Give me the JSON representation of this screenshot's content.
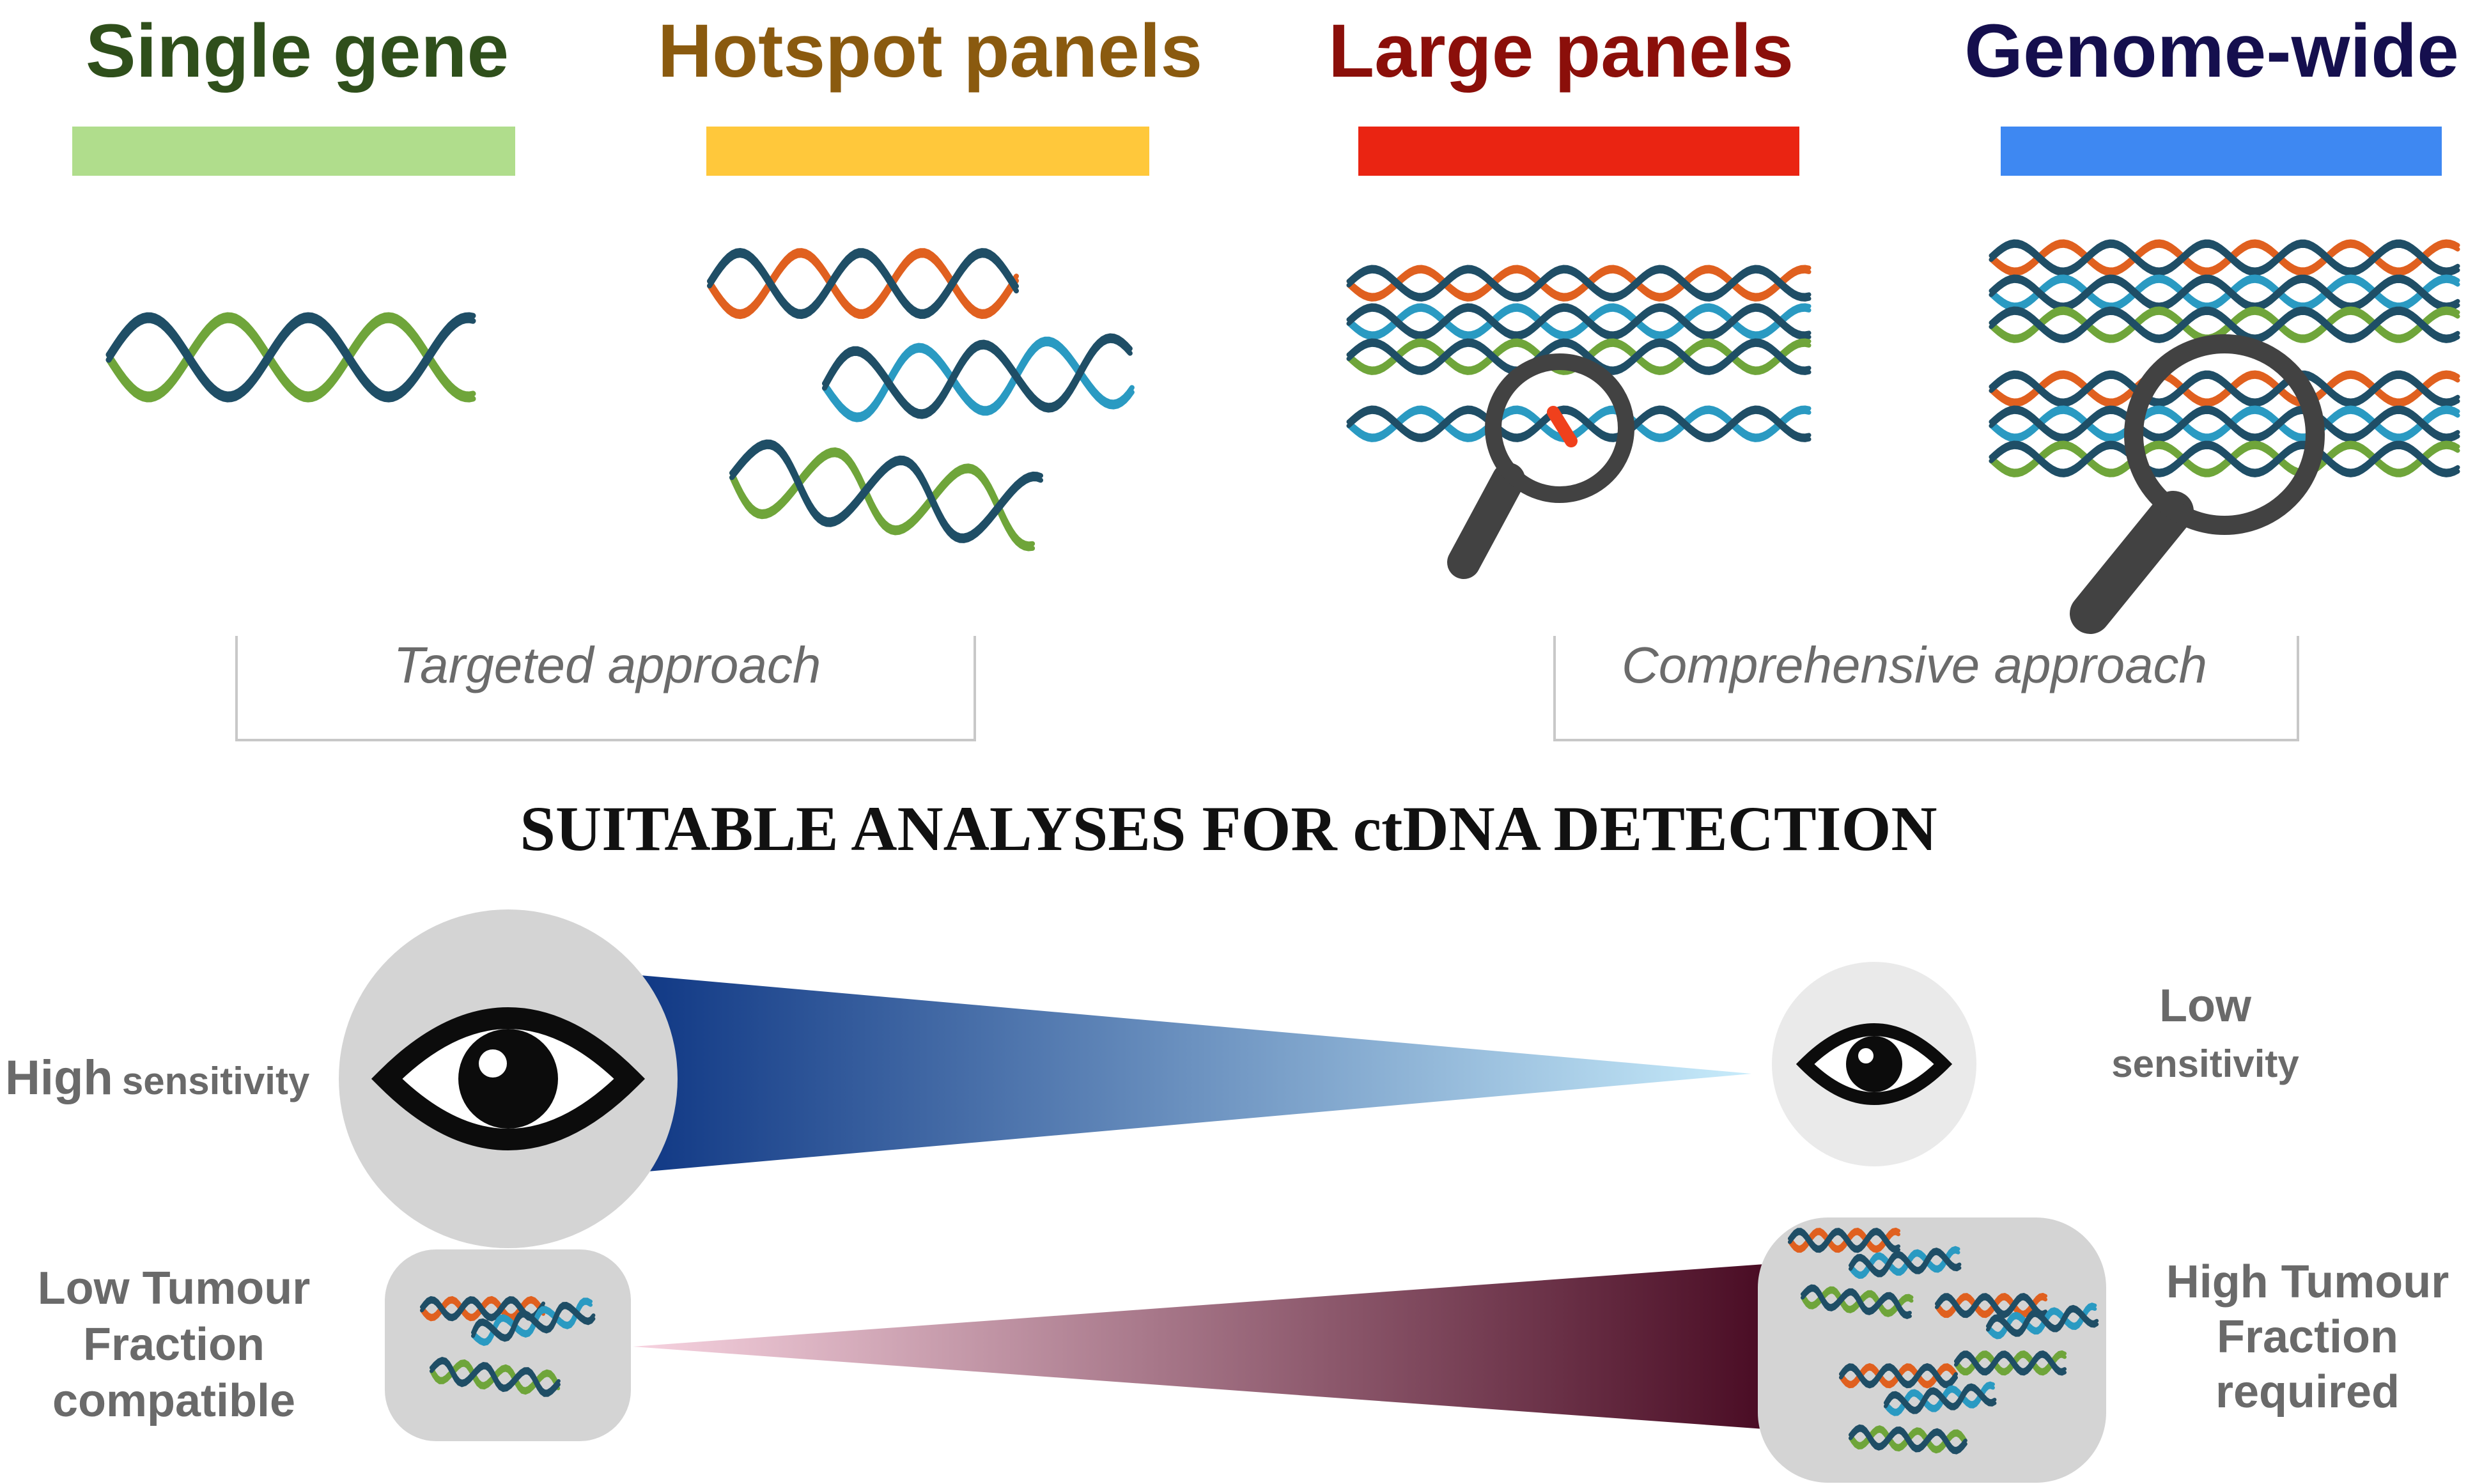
{
  "categories": [
    {
      "label": "Single gene",
      "label_color": "#2f4f1b",
      "bar_color": "#b0dd8c"
    },
    {
      "label": "Hotspot panels",
      "label_color": "#8a5a0f",
      "bar_color": "#ffc83b"
    },
    {
      "label": "Large panels",
      "label_color": "#8b0f0a",
      "bar_color": "#ea2412"
    },
    {
      "label": "Genome-wide",
      "label_color": "#150f4e",
      "bar_color": "#3e88f2"
    }
  ],
  "approaches": {
    "targeted": "Targeted approach",
    "comprehensive": "Comprehensive approach"
  },
  "title": "SUITABLE ANALYSES FOR ctDNA DETECTION",
  "sensitivity": {
    "high_word": "High",
    "high_suffix": "sensitivity",
    "low_word": "Low",
    "low_suffix": "sensitivity"
  },
  "tumour_fraction": {
    "low": [
      "Low Tumour",
      "Fraction",
      "compatible"
    ],
    "high": [
      "High Tumour",
      "Fraction",
      "required"
    ]
  },
  "icons": [
    "dna-helix-icon",
    "magnifier-icon",
    "eye-icon"
  ],
  "colors": {
    "dna_teal": "#1f4e66",
    "dna_green": "#6fa53a",
    "dna_orange": "#e0601f",
    "dna_cyan": "#2a9ac2",
    "sensitivity_gradient": [
      "#0f3784",
      "#c8ecfb"
    ],
    "fraction_gradient": [
      "#f7d3e0",
      "#4a0c24"
    ],
    "circle_fill": "#d4d4d4"
  }
}
